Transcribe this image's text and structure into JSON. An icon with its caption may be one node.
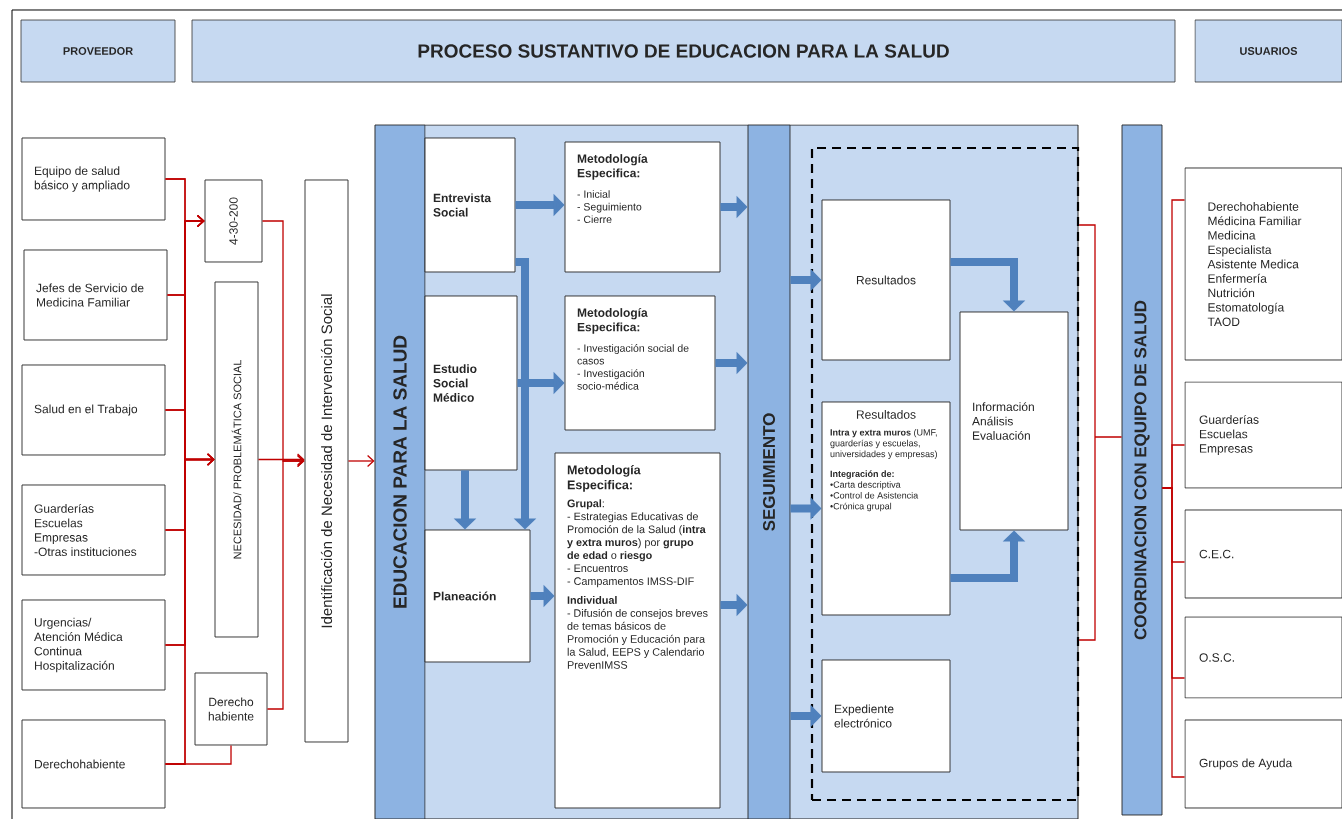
{
  "diagram": {
    "nodes": [
      {
        "text": [
          "PROVEEDOR"
        ]
      },
      {
        "text": [
          "PROCESO SUSTANTIVO DE EDUCACION PARA LA SALUD"
        ]
      },
      {
        "text": [
          "USUARIOS"
        ]
      },
      {
        "text": [
          "Equipo de salud básico y ampliado"
        ]
      },
      {
        "text": [
          "Jefes de Servicio de Medicina Familiar"
        ]
      },
      {
        "text": [
          "Salud en el Trabajo"
        ]
      },
      {
        "text": [
          "Guarderías",
          "Escuelas",
          "Empresas",
          "-Otras instituciones"
        ]
      },
      {
        "text": [
          "Urgencias/",
          "Atención Médica Continua",
          "Hospitalización"
        ]
      },
      {
        "text": [
          "Derechohabiente"
        ]
      },
      {
        "text": [
          "4-30-200"
        ]
      },
      {
        "text": [
          "NECESIDAD/ PROBLEMÁTICA SOCIAL"
        ]
      },
      {
        "text": [
          "Derecho habiente"
        ]
      },
      {
        "text": [
          "Identificación de Necesidad de Intervención Social"
        ]
      },
      {
        "text": [],
        "shape": "box"
      },
      {
        "text": [
          "EDUCACION PARA LA SALUD"
        ],
        "in": 13
      },
      {
        "text": [
          "Entrevista Social"
        ],
        "in": 13
      },
      {
        "text": [
          "Estudio Social Médico"
        ],
        "in": 13
      },
      {
        "text": [
          "Planeación"
        ],
        "in": 13
      },
      {
        "text": [
          "Metodología Especifica:",
          "- Inicial",
          "- Seguimiento",
          "- Cierre"
        ],
        "in": 13
      },
      {
        "text": [
          "Metodología Especifica:",
          "- Investigación social de casos",
          "- Investigación socio-médica"
        ],
        "in": 13
      },
      {
        "text": [
          "Metodología Especifica:",
          "**Grupal**:",
          "- Estrategias Educativas de Promoción de la Salud (**intra y extra muros**) por **grupo de edad** o **riesgo**",
          "- Encuentros",
          "- Campamentos IMSS-DIF",
          "Individual",
          "- Difusión de consejos breves de temas básicos de Promoción y Educación para la Salud, EEPS y Calendario PrevenIMSS"
        ],
        "in": 13
      },
      {
        "text": [
          "SEGUIMIENTO"
        ],
        "in": 13
      },
      {
        "text": [],
        "shape": "box",
        "in": 13
      },
      {
        "text": [
          "Resultados"
        ],
        "in": 22
      },
      {
        "text": [
          "Resultados",
          "**Intra y extra muros** (UMF, guarderías y escuelas, universidades y empresas)",
          "Integración de:",
          "•Carta descriptiva",
          "•Control de Asistencia",
          "•Crónica grupal"
        ],
        "in": 22
      },
      {
        "text": [
          "Expediente electrónico"
        ],
        "in": 22
      },
      {
        "text": [
          "Información",
          "Análisis",
          "Evaluación"
        ],
        "in": 22
      },
      {
        "text": [
          "COORDINACION CON EQUIPO DE SALUD"
        ]
      },
      {
        "text": [
          "Derechohabiente",
          "Médicina Familiar",
          "Medicina Especialista",
          "Asistente Medica",
          "Enfermería",
          "Nutrición",
          "Estomatología",
          "TAOD"
        ]
      },
      {
        "text": [
          "Guarderías",
          "Escuelas",
          "Empresas"
        ]
      },
      {
        "text": [
          "C.E.C."
        ]
      },
      {
        "text": [
          "O.S.C."
        ]
      },
      {
        "text": [
          "Grupos de Ayuda"
        ]
      }
    ],
    "edges": [
      {
        "from": 3,
        "to": 9,
        "arrow": "to"
      },
      {
        "from": 4,
        "to": 9,
        "arrow": "to"
      },
      {
        "from": 5,
        "to": 9,
        "arrow": "to"
      },
      {
        "from": 6,
        "to": 9,
        "arrow": "to"
      },
      {
        "from": 7,
        "to": 9,
        "arrow": "to"
      },
      {
        "from": 8,
        "to": 9,
        "arrow": "to"
      },
      {
        "from": 3,
        "to": 10,
        "arrow": "to"
      },
      {
        "from": 4,
        "to": 10,
        "arrow": "to"
      },
      {
        "from": 5,
        "to": 10,
        "arrow": "to"
      },
      {
        "from": 6,
        "to": 10,
        "arrow": "to"
      },
      {
        "from": 7,
        "to": 10,
        "arrow": "to"
      },
      {
        "from": 8,
        "to": 10,
        "arrow": "to"
      },
      {
        "from": 8,
        "to": 11,
        "arrow": "none"
      },
      {
        "from": 9,
        "to": 12,
        "arrow": "to"
      },
      {
        "from": 10,
        "to": 12,
        "arrow": "to"
      },
      {
        "from": 11,
        "to": 12,
        "arrow": "to"
      },
      {
        "from": 12,
        "to": 14,
        "arrow": "to"
      },
      {
        "from": 15,
        "to": 18,
        "arrow": "to",
        "style": "thick",
        "color": "#4f81bd"
      },
      {
        "from": 15,
        "to": 17,
        "arrow": "to",
        "style": "thick",
        "color": "#4f81bd"
      },
      {
        "from": 16,
        "to": 19,
        "arrow": "to",
        "style": "thick",
        "color": "#4f81bd"
      },
      {
        "from": 16,
        "to": 17,
        "arrow": "to",
        "style": "thick",
        "color": "#4f81bd"
      },
      {
        "from": 17,
        "to": 20,
        "arrow": "to",
        "style": "thick",
        "color": "#4f81bd"
      },
      {
        "from": 18,
        "to": 21,
        "arrow": "to",
        "style": "thick",
        "color": "#4f81bd"
      },
      {
        "from": 19,
        "to": 21,
        "arrow": "to",
        "style": "thick",
        "color": "#4f81bd"
      },
      {
        "from": 20,
        "to": 21,
        "arrow": "to",
        "style": "thick",
        "color": "#4f81bd"
      },
      {
        "from": 21,
        "to": 23,
        "arrow": "to",
        "style": "thick",
        "color": "#4f81bd"
      },
      {
        "from": 21,
        "to": 24,
        "arrow": "to",
        "style": "thick",
        "color": "#4f81bd"
      },
      {
        "from": 21,
        "to": 25,
        "arrow": "to",
        "style": "thick",
        "color": "#4f81bd"
      },
      {
        "from": 23,
        "to": 26,
        "arrow": "to",
        "style": "thick",
        "color": "#4f81bd"
      },
      {
        "from": 24,
        "to": 26,
        "arrow": "to",
        "style": "thick",
        "color": "#4f81bd"
      },
      {
        "from": 22,
        "to": 27,
        "arrow": "none"
      },
      {
        "from": 27,
        "to": 28,
        "arrow": "none"
      },
      {
        "from": 27,
        "to": 29,
        "arrow": "none"
      },
      {
        "from": 27,
        "to": 30,
        "arrow": "none"
      },
      {
        "from": 27,
        "to": 31,
        "arrow": "none"
      },
      {
        "from": 27,
        "to": 32,
        "arrow": "none"
      }
    ]
  }
}
